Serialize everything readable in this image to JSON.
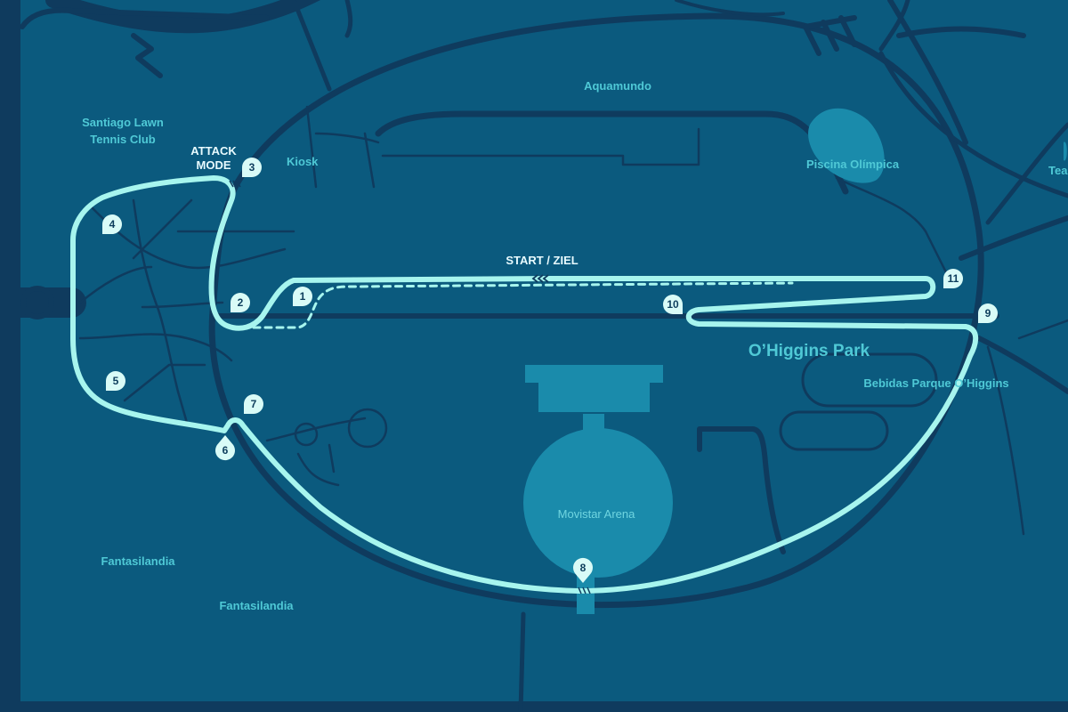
{
  "colors": {
    "background": "#0b5a7e",
    "road": "#0f3b5e",
    "track": "#a7f5ee",
    "water": "#1a8bab",
    "label": "#4fc9d6"
  },
  "labels": {
    "aquamundo": "Aquamundo",
    "santiago_lawn_1": "Santiago Lawn",
    "santiago_lawn_2": "Tennis Club",
    "kiosk": "Kiosk",
    "piscina": "Piscina Olímpica",
    "tea": "Tea",
    "start_ziel": "START / ZIEL",
    "ohiggins_park": "O’Higgins Park",
    "bebidas": "Bebidas Parque O’Higgins",
    "movistar": "Movistar Arena",
    "fantasilandia_1": "Fantasilandia",
    "fantasilandia_2": "Fantasilandia",
    "attack_1": "ATTACK",
    "attack_2": "MODE"
  },
  "turns": [
    "1",
    "2",
    "3",
    "4",
    "5",
    "6",
    "7",
    "8",
    "9",
    "10",
    "11"
  ]
}
